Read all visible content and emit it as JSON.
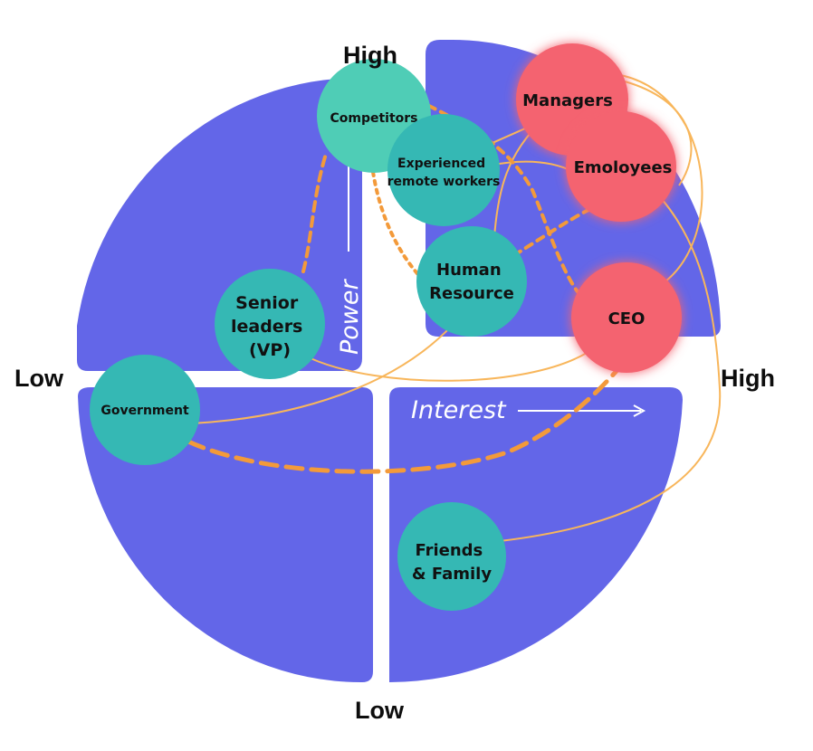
{
  "axes": {
    "top": "High",
    "bottom": "Low",
    "left": "Low",
    "right": "High",
    "vertical_label": "Power",
    "horizontal_label": "Interest"
  },
  "colors": {
    "quadrant": "#6366e8",
    "teal": "#35b8b4",
    "teal_light": "#4fcdb6",
    "red": "#f4636f",
    "connector": "#f8b65b",
    "dashed": "#f39a3a"
  },
  "stakeholders": [
    {
      "id": "competitors",
      "lines": [
        "Competitors"
      ],
      "group": "teal",
      "power": 0.9,
      "interest": 0.45
    },
    {
      "id": "experienced-remote-workers",
      "lines": [
        "Experienced",
        "remote workers"
      ],
      "group": "teal",
      "power": 0.75,
      "interest": 0.55
    },
    {
      "id": "human-resource",
      "lines": [
        "Human",
        "Resource"
      ],
      "group": "teal",
      "power": 0.45,
      "interest": 0.55
    },
    {
      "id": "senior-leaders",
      "lines": [
        "Senior",
        "leaders",
        "(VP)"
      ],
      "group": "teal",
      "power": 0.3,
      "interest": 0.3
    },
    {
      "id": "government",
      "lines": [
        "Government"
      ],
      "group": "teal",
      "power": 0.05,
      "interest": 0.1
    },
    {
      "id": "friends-family",
      "lines": [
        "Friends",
        "& Family"
      ],
      "group": "teal",
      "power": -0.5,
      "interest": 0.55
    },
    {
      "id": "managers",
      "lines": [
        "Managers"
      ],
      "group": "red",
      "power": 0.95,
      "interest": 0.7
    },
    {
      "id": "employees",
      "lines": [
        "Emoloyees"
      ],
      "group": "red",
      "power": 0.8,
      "interest": 0.8
    },
    {
      "id": "ceo",
      "lines": [
        "CEO"
      ],
      "group": "red",
      "power": 0.2,
      "interest": 0.9
    }
  ]
}
